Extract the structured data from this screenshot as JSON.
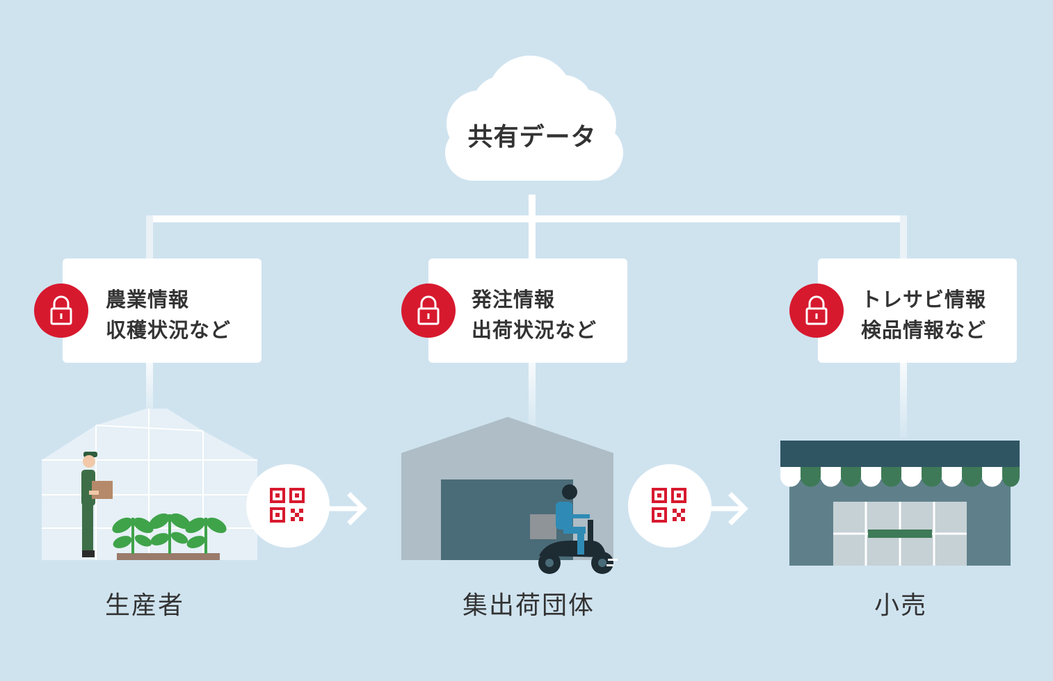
{
  "cloud": {
    "label": "共有データ"
  },
  "cards": [
    {
      "line1": "農業情報",
      "line2": "収穫状況など"
    },
    {
      "line1": "発注情報",
      "line2": "出荷状況など"
    },
    {
      "line1": "トレサビ情報",
      "line2": "検品情報など"
    }
  ],
  "stages": [
    {
      "label": "生産者"
    },
    {
      "label": "集出荷団体"
    },
    {
      "label": "小売"
    }
  ],
  "colors": {
    "background": "#cfe3ef",
    "accent_red": "#d7192e",
    "store_awning": "#2f5563",
    "awning_green": "#3e7a57",
    "warehouse": "#aebdc6",
    "plant_green": "#3fa34a"
  },
  "icons": [
    "cloud-icon",
    "lock-icon",
    "qr-code-icon",
    "arrow-right-icon",
    "greenhouse-illustration",
    "warehouse-illustration",
    "store-illustration"
  ]
}
